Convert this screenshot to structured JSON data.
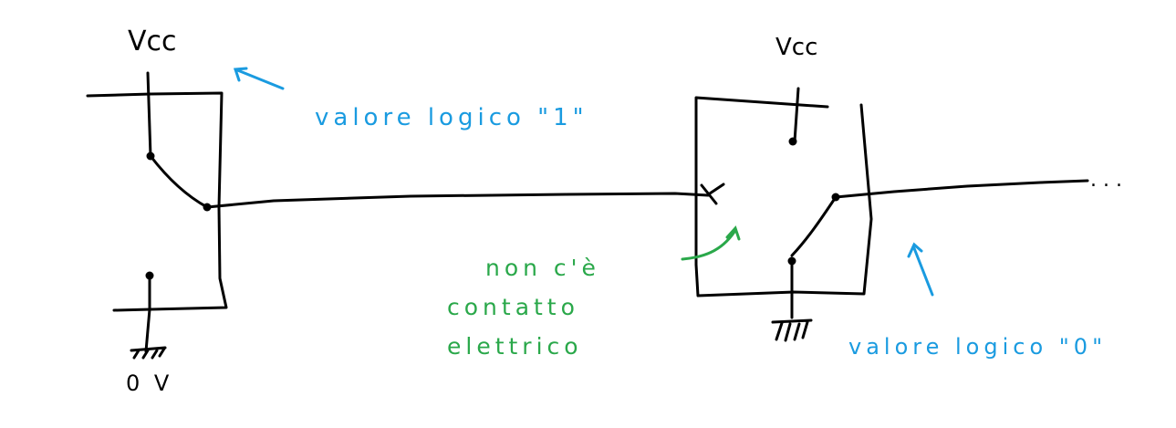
{
  "labels": {
    "vcc_left": "Vcc",
    "vcc_right": "Vcc",
    "ground_left": "0 V",
    "logic_one": "valore logico \"1\"",
    "logic_zero": "valore logico \"0\"",
    "no_contact_1": "non c'è",
    "no_contact_2": "contatto",
    "no_contact_3": "elettrico",
    "continuation": ". . ."
  },
  "colors": {
    "wire": "#000000",
    "annotation_blue": "#1a9be0",
    "annotation_green": "#2aa84a"
  }
}
